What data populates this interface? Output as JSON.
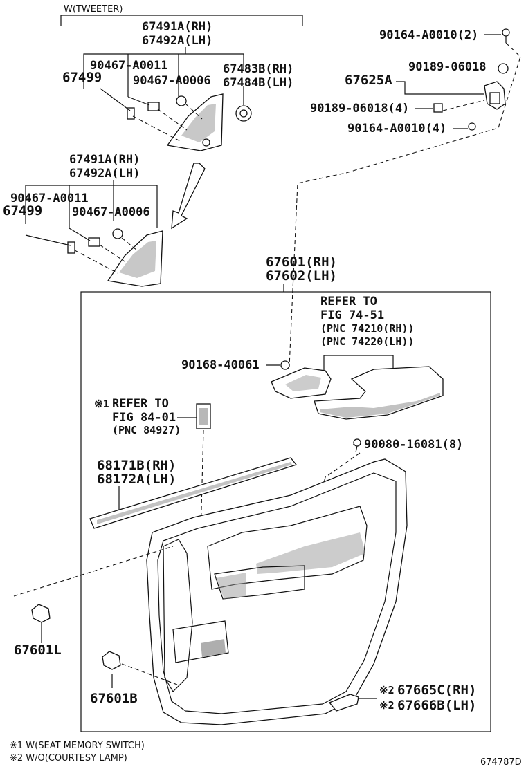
{
  "tweeter_group": {
    "title": "W(TWEETER)"
  },
  "labels": {
    "p67491a_top": "67491A(RH)",
    "p67492a_top": "67492A(LH)",
    "p90467_a0011_top": "90467-A0011",
    "p67499_top": "67499",
    "p90467_a0006_top": "90467-A0006",
    "p67483b": "67483B(RH)",
    "p67484b": "67484B(LH)",
    "p67491a_mid": "67491A(RH)",
    "p67492a_mid": "67492A(LH)",
    "p90467_a0011_mid": "90467-A0011",
    "p67499_mid": "67499",
    "p90467_a0006_mid": "90467-A0006",
    "p90164_2": "90164-A0010(2)",
    "p90189_06018": "90189-06018",
    "p67625a": "67625A",
    "p90189_06018_4": "90189-06018(4)",
    "p90164_4": "90164-A0010(4)",
    "p67601": "67601(RH)",
    "p67602": "67602(LH)",
    "refer_7451_1": "REFER TO",
    "refer_7451_2": "FIG 74-51",
    "refer_7451_3": "(PNC 74210(RH))",
    "refer_7451_4": "(PNC 74220(LH))",
    "p90168": "90168-40061",
    "refer_8401_mark": "※1",
    "refer_8401_1": "REFER TO",
    "refer_8401_2": "FIG 84-01",
    "refer_8401_3": "(PNC 84927)",
    "p90080": "90080-16081(8)",
    "p68171b": "68171B(RH)",
    "p68172a": "68172A(LH)",
    "p67601l": "67601L",
    "p67601b": "67601B",
    "p67665c_mark": "※2",
    "p67665c": "67665C(RH)",
    "p67666b_mark": "※2",
    "p67666b": "67666B(LH)"
  },
  "footnotes": {
    "note1": "※1  W(SEAT MEMORY SWITCH)",
    "note2": "※2  W/O(COURTESY LAMP)"
  },
  "figure_id": "674787D"
}
